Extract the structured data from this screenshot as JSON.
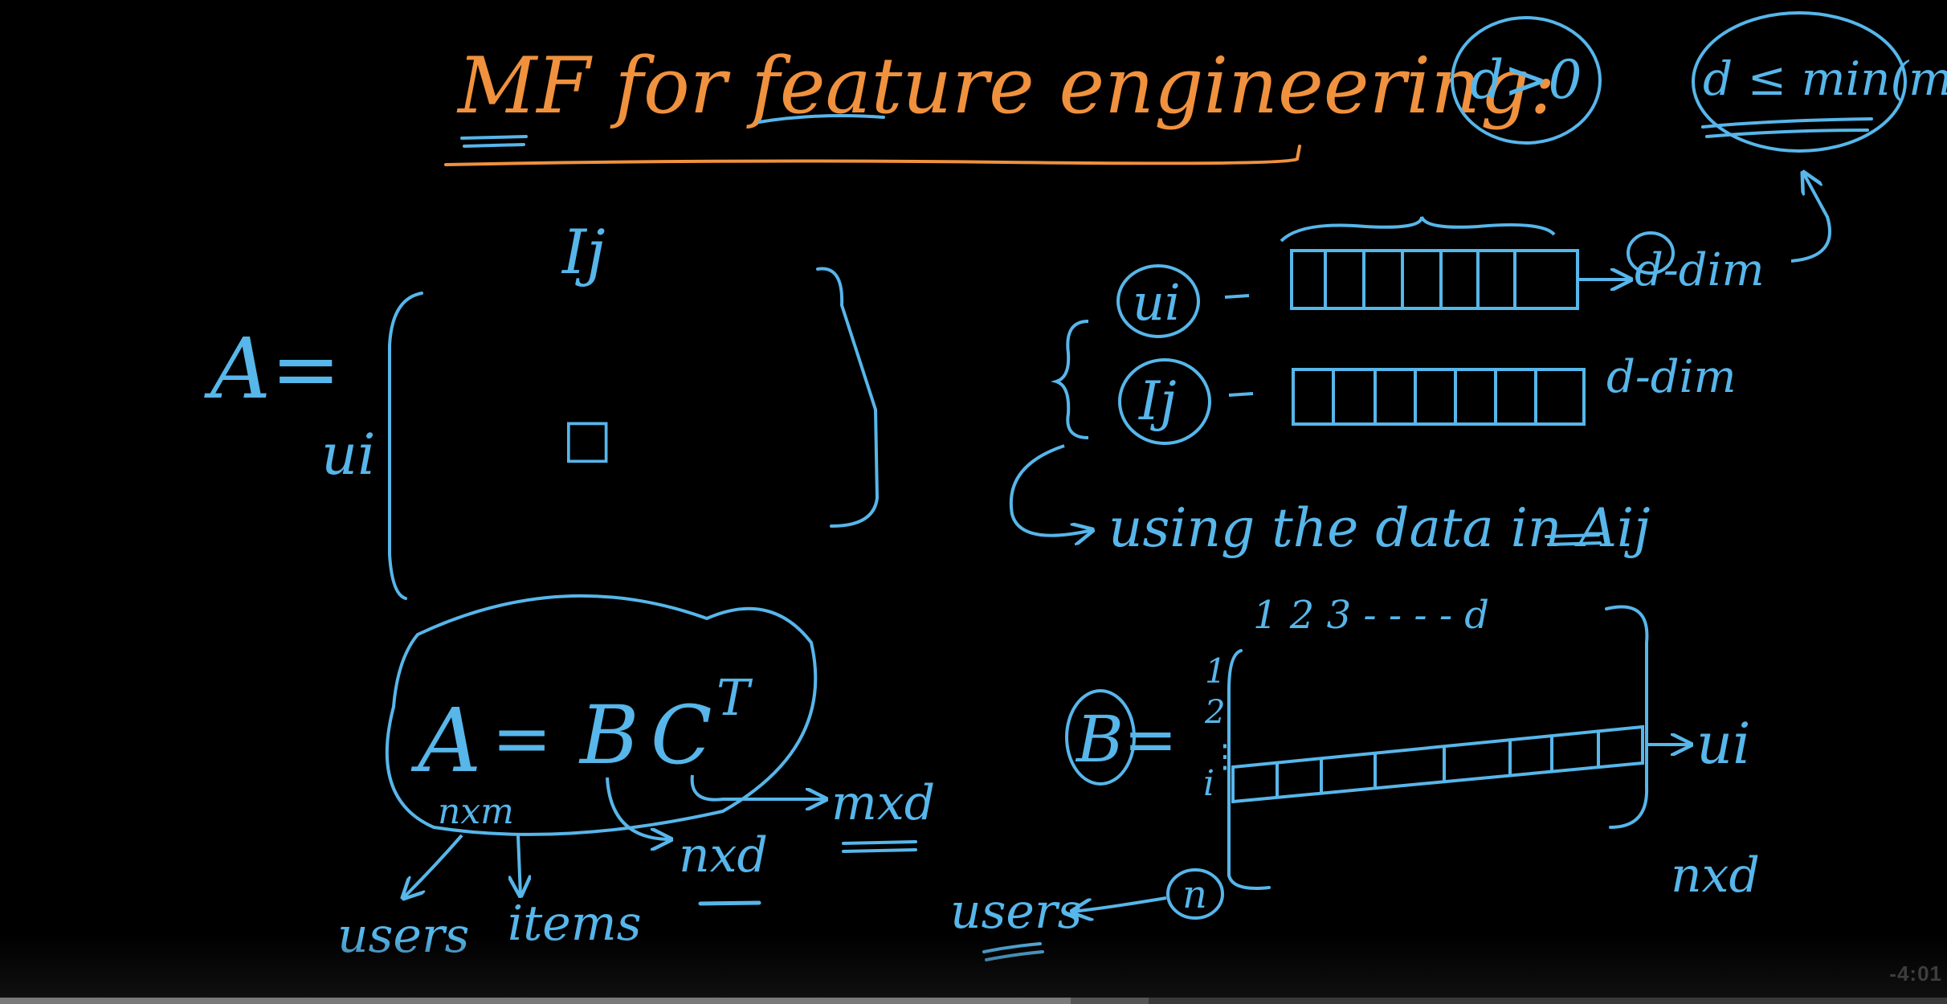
{
  "colors": {
    "background": "#000000",
    "orange": "#f0913e",
    "blue": "#57b6ea"
  },
  "title": {
    "text": "MF for feature engineering:"
  },
  "constraints": {
    "d_positive": "d>0",
    "d_bound": "d ≤ min(m,n)"
  },
  "matrix_A": {
    "lhs": "A=",
    "row_label": "ui",
    "col_label": "Ij",
    "cell_symbol": "□"
  },
  "factorization": {
    "equation_A": "A",
    "equation_eq": "=",
    "equation_B": "B",
    "equation_C": "C",
    "equation_T": "T",
    "a_dims": "nxm",
    "b_dims": "nxd",
    "c_dims": "mxd",
    "users_label": "users",
    "items_label": "items"
  },
  "vectors": {
    "u_label": "ui",
    "i_label": "Ij",
    "u_dim": "d-dim",
    "i_dim": "d-dim",
    "using_text": "using the data in Aij"
  },
  "matrix_B": {
    "label": "B=",
    "col_header": "1 2 3 - - - - d",
    "row_1": "1",
    "row_2": "2",
    "row_i": "i",
    "row_n": "n",
    "row_vector_label": "ui",
    "users_label": "users",
    "dims": "nxd"
  },
  "player": {
    "time_remaining": "-4:01",
    "progress": 0.55,
    "buffered": 0.59
  }
}
